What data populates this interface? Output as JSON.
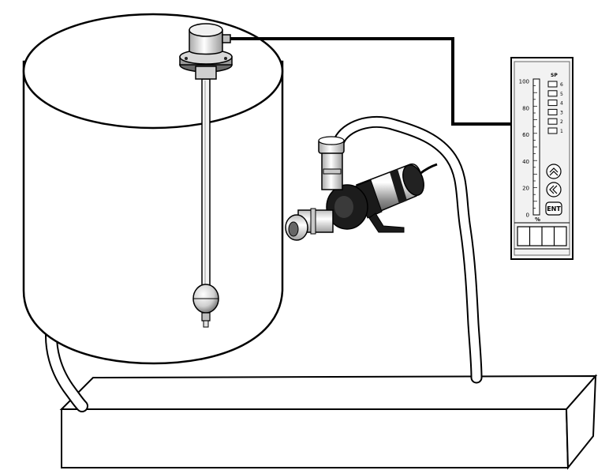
{
  "diagram": {
    "title": "",
    "components": {
      "tank": "cylindrical-tank",
      "level_sensor": "float-level-sensor",
      "pump": "inline-pump",
      "reservoir": "rectangular-reservoir",
      "controller": "bargraph-level-controller"
    },
    "controller": {
      "scale_ticks": [
        "100",
        "80",
        "60",
        "40",
        "20",
        "0"
      ],
      "unit": "%",
      "setpoint_header": "SP",
      "setpoints": [
        "6",
        "5",
        "4",
        "3",
        "2",
        "1"
      ],
      "buttons": {
        "up_icon": "double-chevron-up-icon",
        "down_icon": "double-chevron-left-icon",
        "enter_label": "ENT"
      },
      "display_digits": 4
    },
    "colors": {
      "line": "#000000",
      "tank_fill": "#ffffff",
      "pump_body": "#1a1a1a",
      "pump_steel": "#9a9a9a",
      "fitting": "#d9d9d9",
      "controller_bg": "#f2f2f2"
    }
  }
}
